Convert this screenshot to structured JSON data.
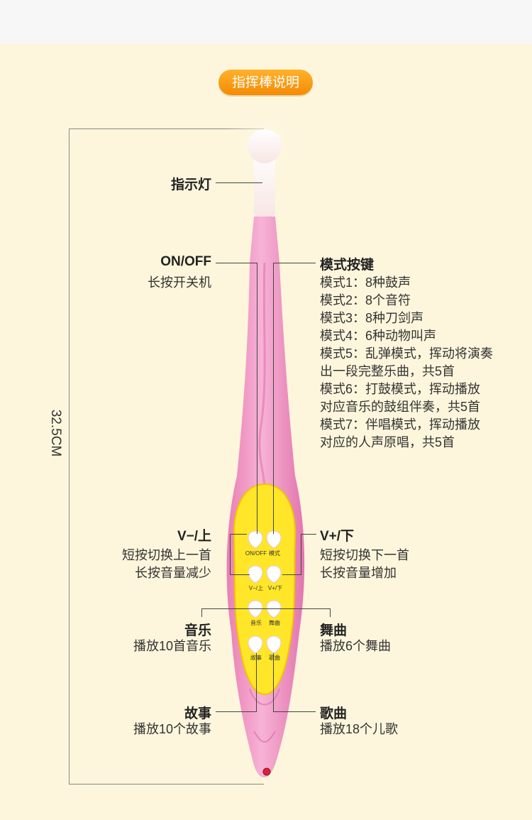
{
  "header": {
    "title": "指挥棒说明"
  },
  "dimension": {
    "length": "32.5CM"
  },
  "callouts": {
    "indicator": {
      "title": "指示灯"
    },
    "onoff": {
      "title": "ON/OFF",
      "desc": "长按开关机"
    },
    "mode": {
      "title": "模式按键",
      "lines": [
        "模式1：8种鼓声",
        "模式2：8个音符",
        "模式3：8种刀剑声",
        "模式4：6种动物叫声",
        "模式5：乱弹模式，挥动将演奏",
        "出一段完整乐曲，共5首",
        "模式6：打鼓模式，挥动播放",
        "对应音乐的鼓组伴奏，共5首",
        "模式7：伴唱模式，挥动播放",
        "对应的人声原唱，共5首"
      ]
    },
    "vminus": {
      "title": "V−/上",
      "desc1": "短按切换上一首",
      "desc2": "长按音量减少"
    },
    "vplus": {
      "title": "V+/下",
      "desc1": "短按切换下一首",
      "desc2": "长按音量增加"
    },
    "music": {
      "title": "音乐",
      "desc": "播放10首音乐"
    },
    "dance": {
      "title": "舞曲",
      "desc": "播放6个舞曲"
    },
    "story": {
      "title": "故事",
      "desc": "播放10个故事"
    },
    "song": {
      "title": "歌曲",
      "desc": "播放18个儿歌"
    }
  },
  "wand_buttons": {
    "onoff": "ON/OFF",
    "mode": "模式",
    "vminus": "V−/上",
    "vplus": "V+/下",
    "music": "音乐",
    "dance": "舞曲",
    "story": "故事",
    "song": "歌曲"
  },
  "colors": {
    "background": "#fdf6dc",
    "wand_pink": "#f29ac6",
    "panel_yellow": "#ffe629",
    "pill_orange": "#f7930f"
  }
}
